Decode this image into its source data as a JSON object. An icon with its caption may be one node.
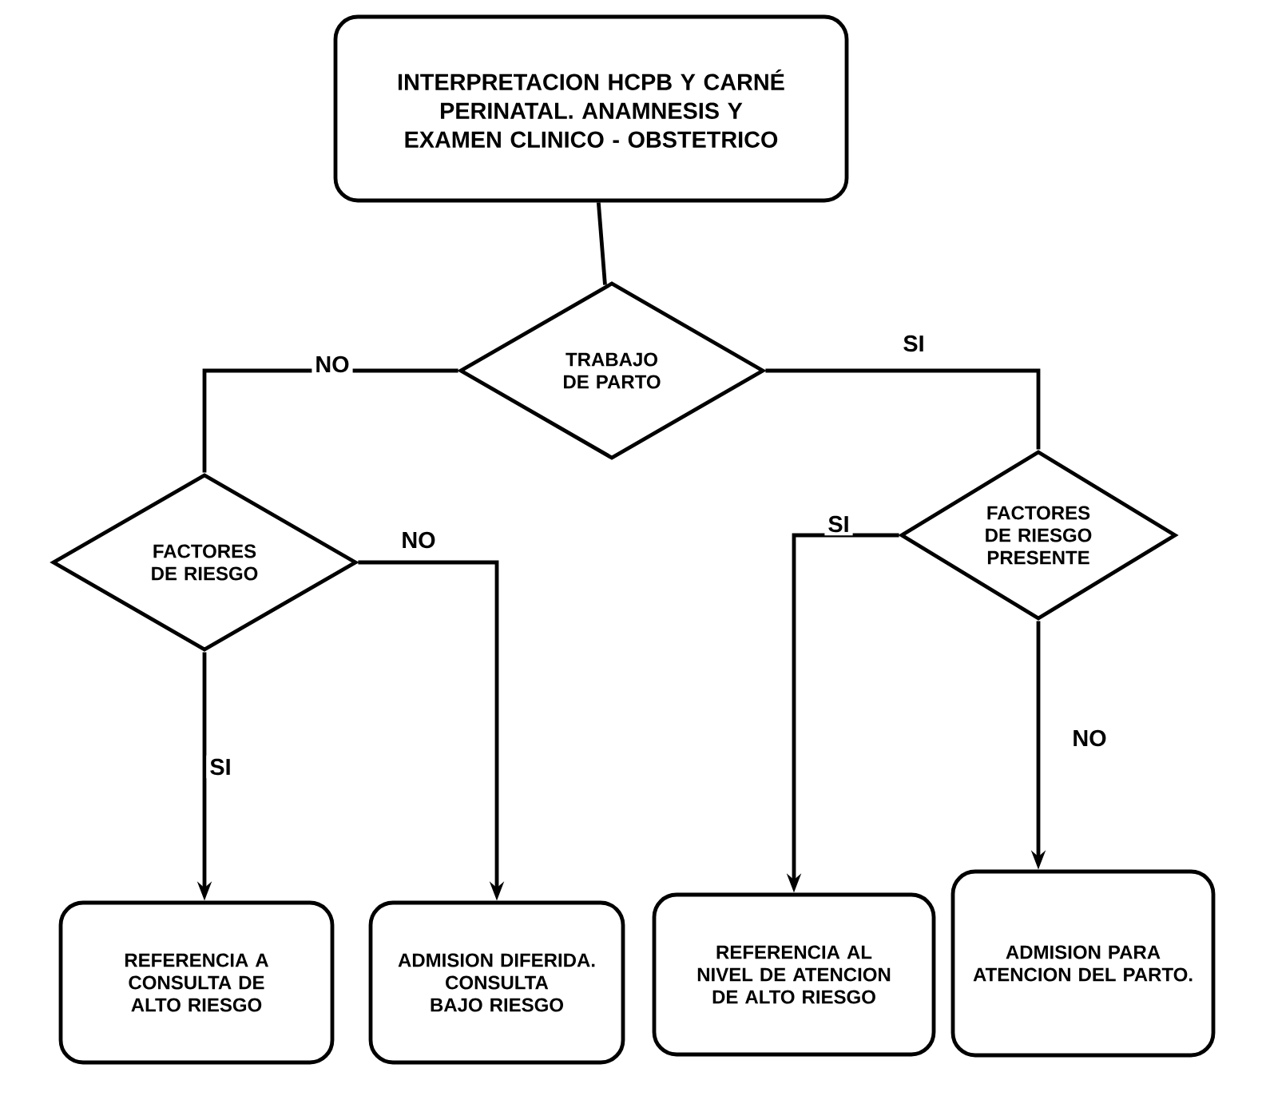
{
  "diagram": {
    "nodes": [
      {
        "text": [
          "INTERPRETACION HCPB Y CARNÉ PERINATAL. ANAMNESIS Y EXAMEN CLINICO - OBSTETRICO"
        ]
      },
      {
        "text": [
          "TRABAJO DE PARTO"
        ]
      },
      {
        "text": [
          "FACTORES DE RIESGO"
        ]
      },
      {
        "text": [
          "FACTORES DE RIESGO PRESENTE"
        ]
      },
      {
        "text": [
          "REFERENCIA A CONSULTA DE ALTO RIESGO"
        ]
      },
      {
        "text": [
          "ADMISION DIFERIDA. CONSULTA BAJO RIESGO"
        ]
      },
      {
        "text": [
          "REFERENCIA AL NIVEL DE ATENCION DE ALTO RIESGO"
        ]
      },
      {
        "text": [
          "ADMISION PARA ATENCION DEL PARTO."
        ]
      }
    ],
    "edges": [
      {
        "from": 0,
        "to": 1,
        "arrow": "none"
      },
      {
        "from": 1,
        "to": 2,
        "arrow": "none",
        "label": "NO"
      },
      {
        "from": 1,
        "to": 3,
        "arrow": "none",
        "label": "SI"
      },
      {
        "from": 2,
        "to": 4,
        "arrow": "to",
        "label": "SI"
      },
      {
        "from": 2,
        "to": 5,
        "arrow": "to",
        "label": "NO"
      },
      {
        "from": 3,
        "to": 6,
        "arrow": "to",
        "label": "SI"
      },
      {
        "from": 3,
        "to": 7,
        "arrow": "to",
        "label": "NO"
      }
    ]
  }
}
